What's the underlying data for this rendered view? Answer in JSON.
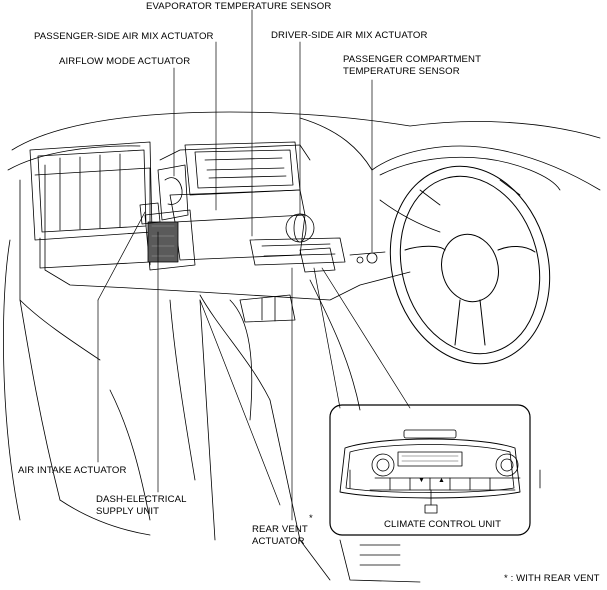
{
  "labels": {
    "evaporator_sensor": "EVAPORATOR TEMPERATURE SENSOR",
    "passenger_air_mix": "PASSENGER-SIDE AIR MIX ACTUATOR",
    "driver_air_mix": "DRIVER-SIDE AIR MIX ACTUATOR",
    "airflow_mode": "AIRFLOW MODE ACTUATOR",
    "compartment_sensor_line1": "PASSENGER COMPARTMENT",
    "compartment_sensor_line2": "TEMPERATURE SENSOR",
    "air_intake": "AIR INTAKE ACTUATOR",
    "dash_supply_line1": "DASH-ELECTRICAL",
    "dash_supply_line2": "SUPPLY UNIT",
    "rear_vent_line1": "REAR VENT",
    "rear_vent_line2": "ACTUATOR",
    "rear_vent_marker": "*",
    "climate_control_unit": "CLIMATE CONTROL UNIT"
  },
  "footnote": "* : WITH REAR VENT",
  "climate_panel_button_glyphs": [
    "▲",
    "▼"
  ]
}
